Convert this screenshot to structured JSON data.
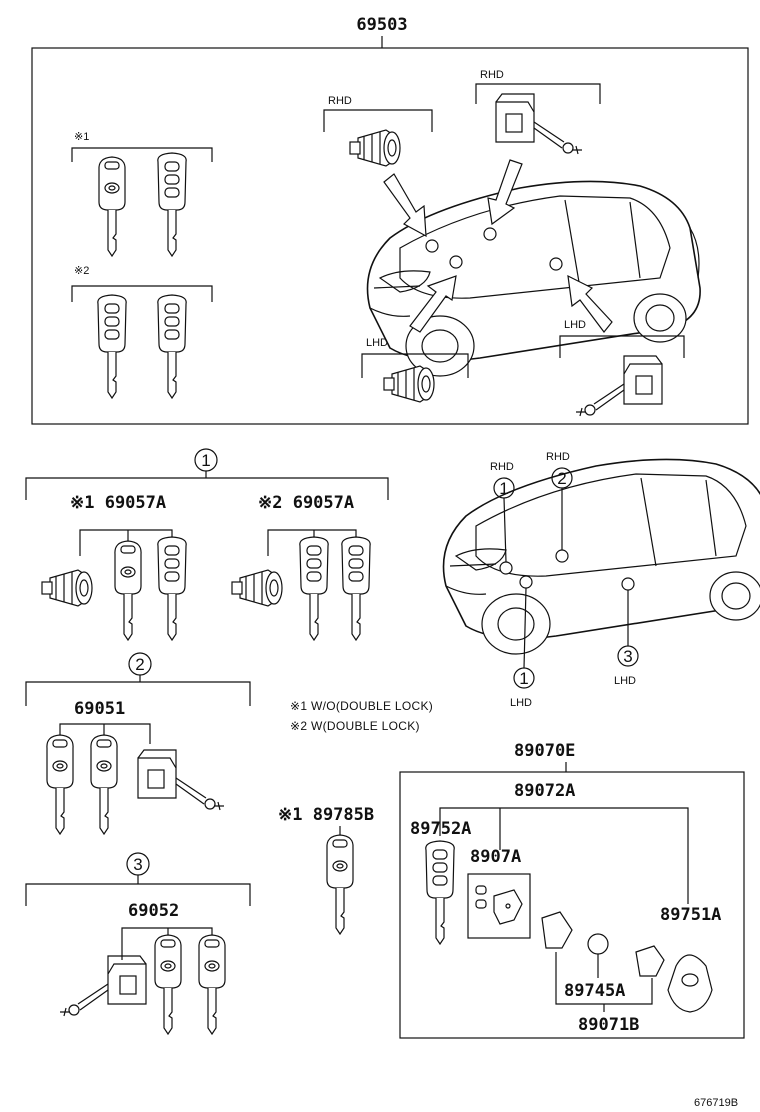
{
  "assembly_number": "69503",
  "top_section": {
    "mark1": "※1",
    "mark2": "※2",
    "rhd_left": "RHD",
    "rhd_right": "RHD",
    "lhd_left": "LHD",
    "lhd_right": "LHD"
  },
  "group1": {
    "index": "1",
    "left_label": "※1 69057A",
    "right_label": "※2 69057A"
  },
  "car2": {
    "rhd1": "RHD",
    "rhd2": "RHD",
    "idx1_top": "1",
    "idx2_top": "2",
    "idx1_bottom": "1",
    "idx3_bottom": "3",
    "lhd1": "LHD",
    "lhd3": "LHD"
  },
  "notes": {
    "note1": "※1 W/O(DOUBLE LOCK)",
    "note2": "※2 W(DOUBLE LOCK)"
  },
  "group2": {
    "index": "2",
    "part": "69051"
  },
  "group3": {
    "index": "3",
    "part": "69052"
  },
  "single_key": "※1 89785B",
  "remote_kit": {
    "kit": "89070E",
    "sub": "89072A",
    "key": "89752A",
    "board": "8907A",
    "case": "89751A",
    "battery": "89745A",
    "case_set": "89071B"
  },
  "diagram_id": "676719B"
}
